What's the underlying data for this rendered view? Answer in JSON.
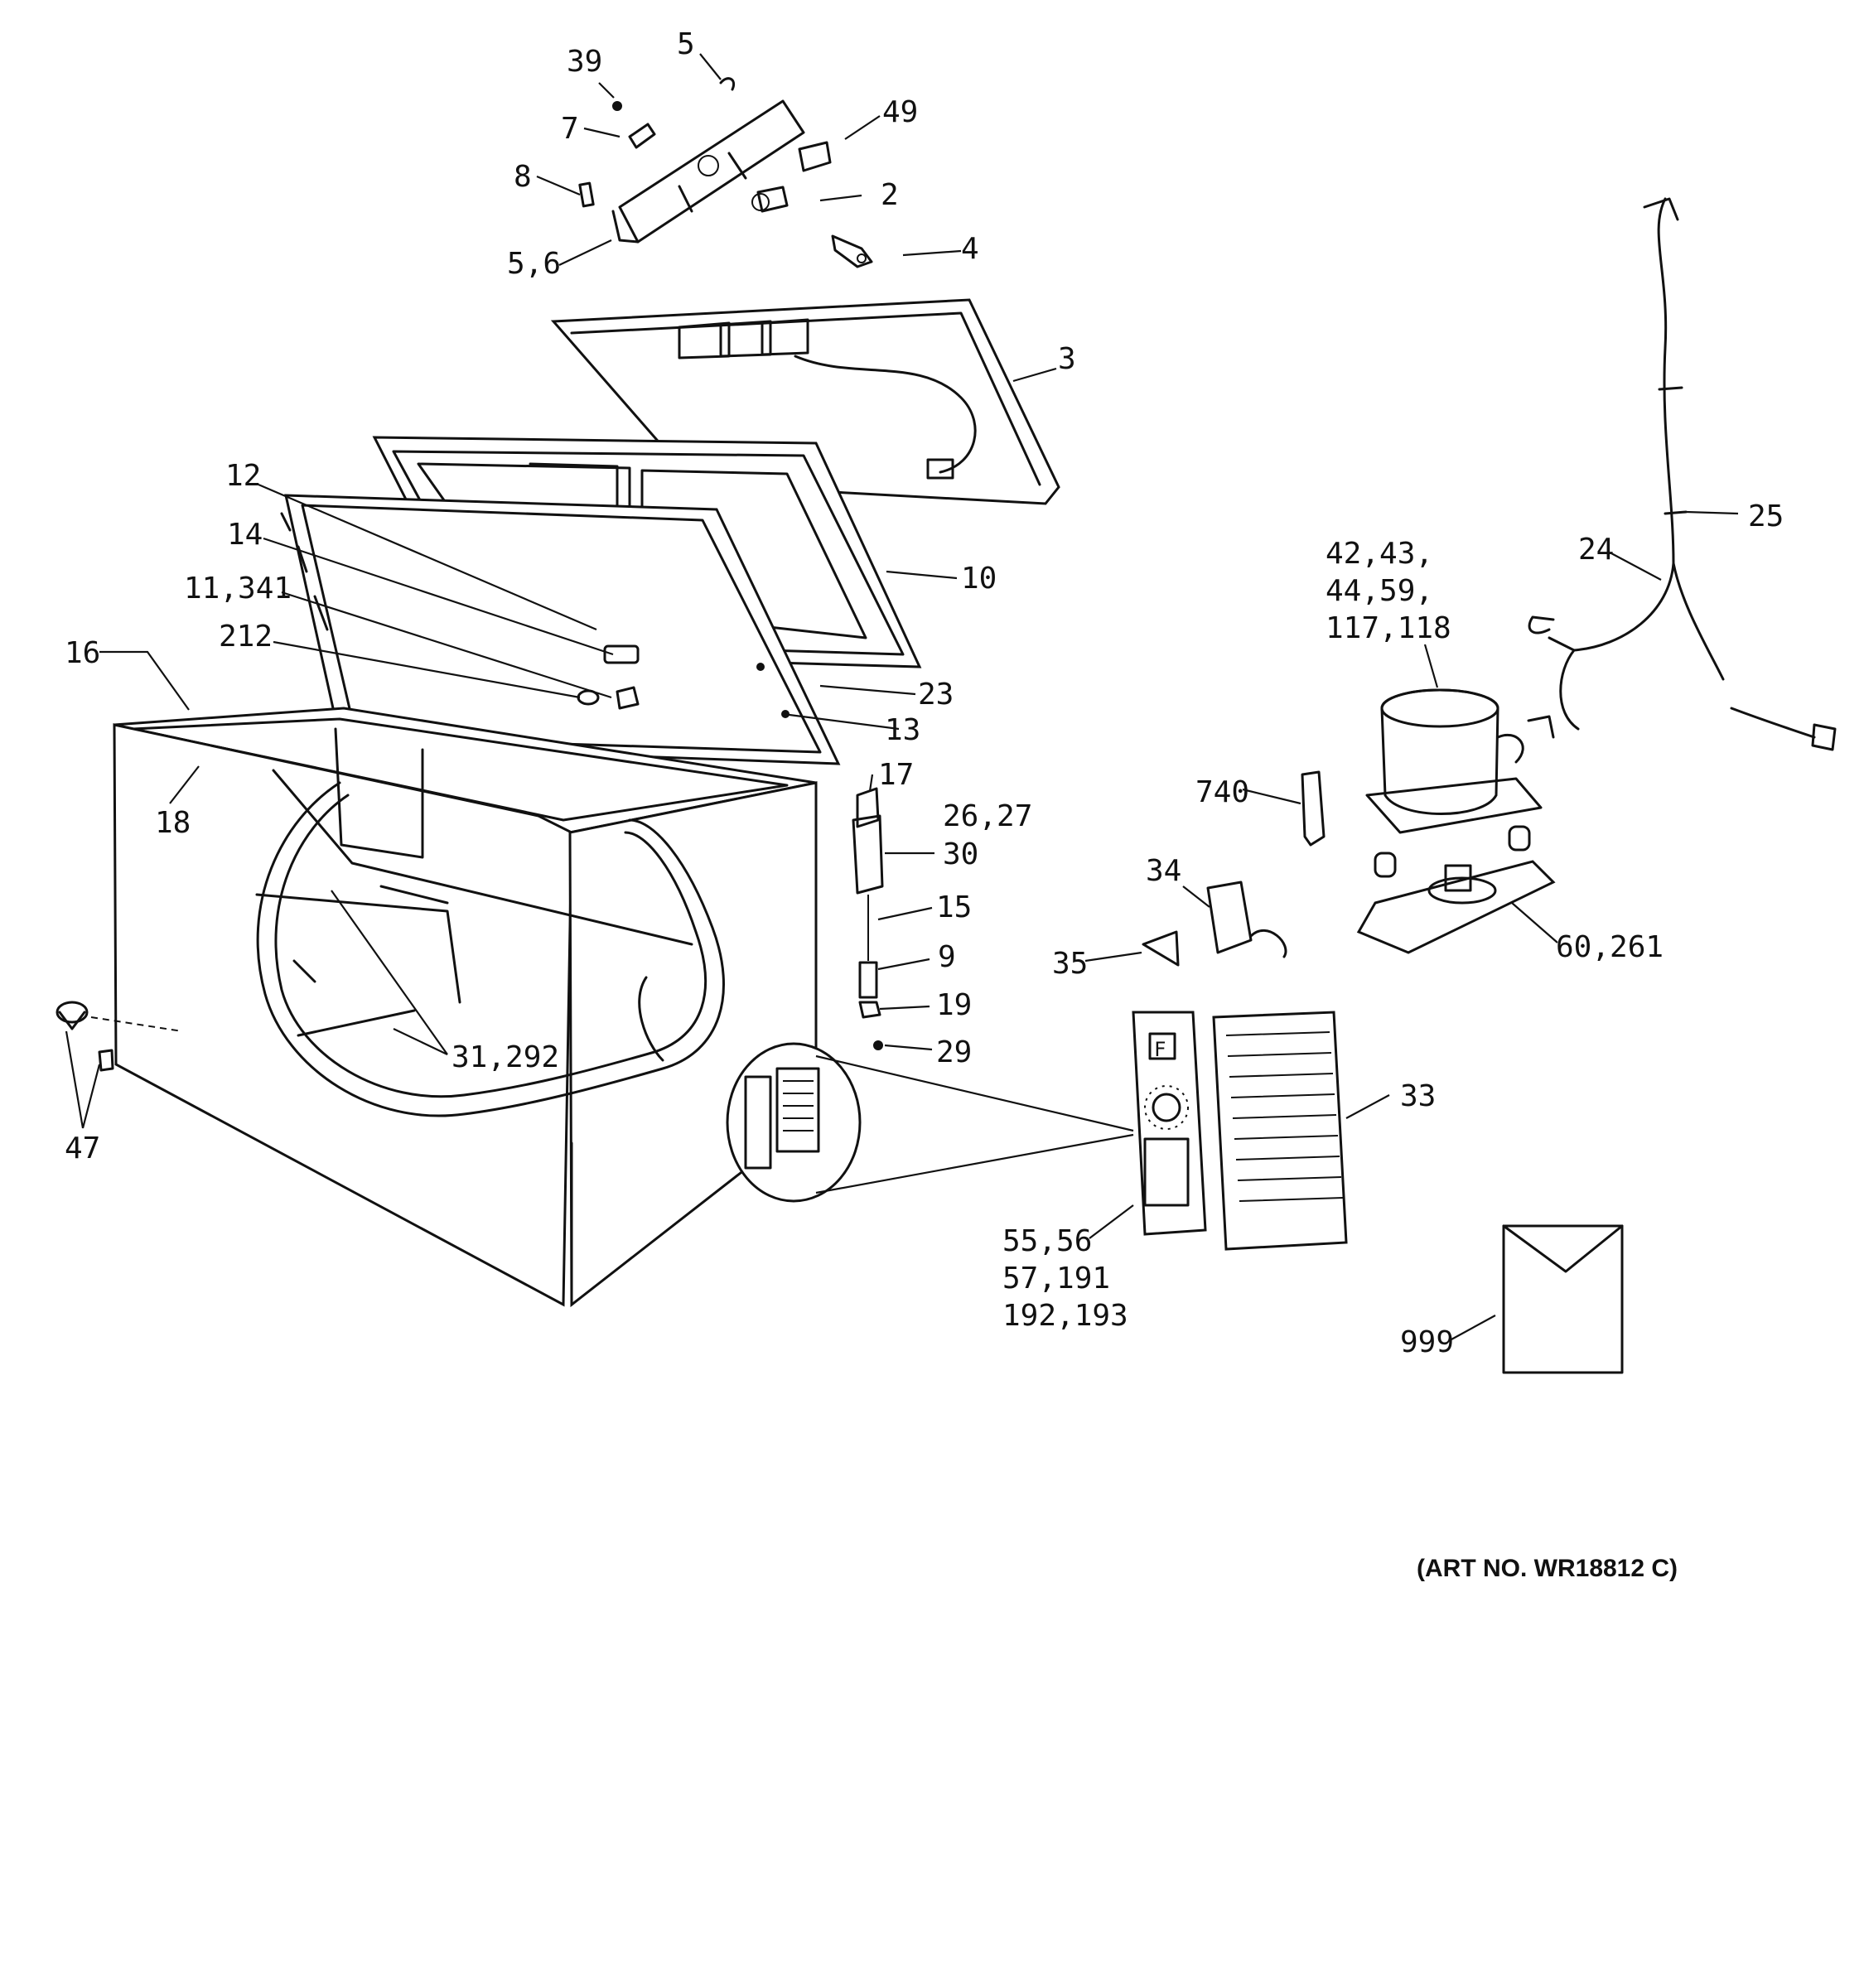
{
  "callouts": [
    {
      "text": "39"
    },
    {
      "text": "5"
    },
    {
      "text": "7"
    },
    {
      "text": "49"
    },
    {
      "text": "8"
    },
    {
      "text": "2"
    },
    {
      "text": "5,6"
    },
    {
      "text": "4"
    },
    {
      "text": "3"
    },
    {
      "text": "12"
    },
    {
      "text": "14"
    },
    {
      "text": "10"
    },
    {
      "text": "11,341"
    },
    {
      "text": "212"
    },
    {
      "text": "16"
    },
    {
      "text": "23"
    },
    {
      "text": "13"
    },
    {
      "text": "17"
    },
    {
      "text": "18"
    },
    {
      "text": "26,27"
    },
    {
      "text": "30"
    },
    {
      "text": "15"
    },
    {
      "text": "9"
    },
    {
      "text": "19"
    },
    {
      "text": "29"
    },
    {
      "text": "31,292"
    },
    {
      "text": "47"
    },
    {
      "text": "42,43,"
    },
    {
      "text": "44,59,"
    },
    {
      "text": "117,118"
    },
    {
      "text": "25"
    },
    {
      "text": "24"
    },
    {
      "text": "740"
    },
    {
      "text": "34"
    },
    {
      "text": "35"
    },
    {
      "text": "60,261"
    },
    {
      "text": "33"
    },
    {
      "text": "55,56"
    },
    {
      "text": "57,191"
    },
    {
      "text": "192,193"
    },
    {
      "text": "999"
    }
  ],
  "art_number": "(ART NO. WR18812 C)"
}
